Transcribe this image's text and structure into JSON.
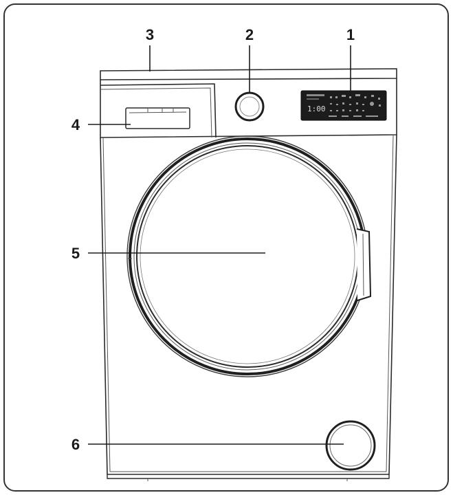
{
  "diagram": {
    "callouts": [
      {
        "id": "1",
        "label": "1"
      },
      {
        "id": "2",
        "label": "2"
      },
      {
        "id": "3",
        "label": "3"
      },
      {
        "id": "4",
        "label": "4"
      },
      {
        "id": "5",
        "label": "5"
      },
      {
        "id": "6",
        "label": "6"
      }
    ],
    "display": {
      "readout": "1:00"
    },
    "colors": {
      "frame": "#333333",
      "line": "#2a2a2a",
      "panel": "#1c1c1c"
    }
  }
}
